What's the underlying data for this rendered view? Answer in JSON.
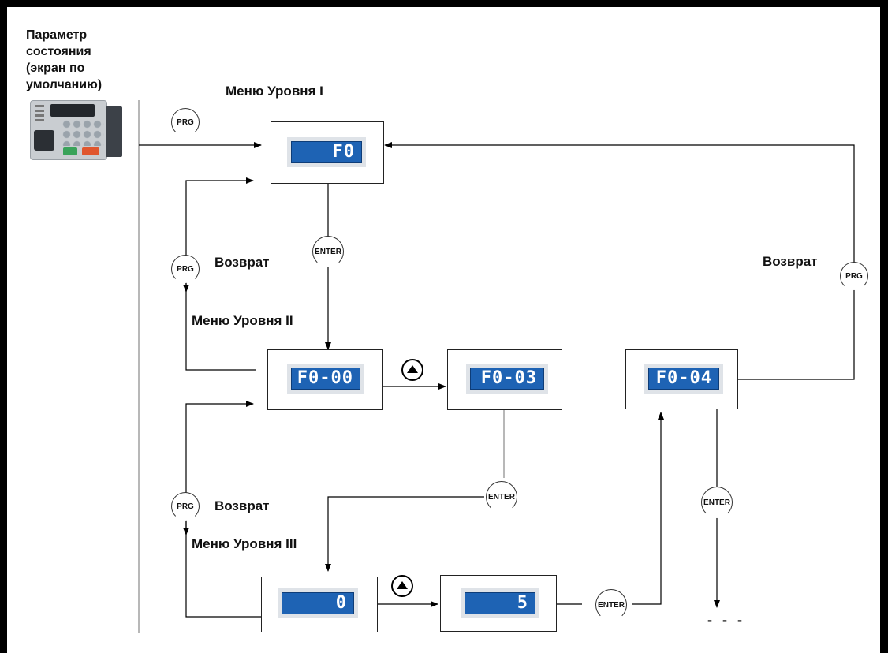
{
  "status_label": "Параметр\nсостояния\n(экран по\nумолчанию)",
  "level1_label": "Меню Уровня I",
  "level2_label": "Меню Уровня II",
  "level3_label": "Меню Уровня III",
  "return_label": "Возврат",
  "displays": {
    "level1": "F0",
    "level2_a": "F0-00",
    "level2_b": "F0-03",
    "level2_c": "F0-04",
    "level3_a": "0",
    "level3_b": "5"
  },
  "keys": {
    "prg": "PRG",
    "enter": "ENTER",
    "up": "up-arrow-icon"
  },
  "ellipsis": "- - -",
  "colors": {
    "lcd_background": "#1e63b4",
    "lcd_text": "#ffffff",
    "frame": "#000000"
  }
}
